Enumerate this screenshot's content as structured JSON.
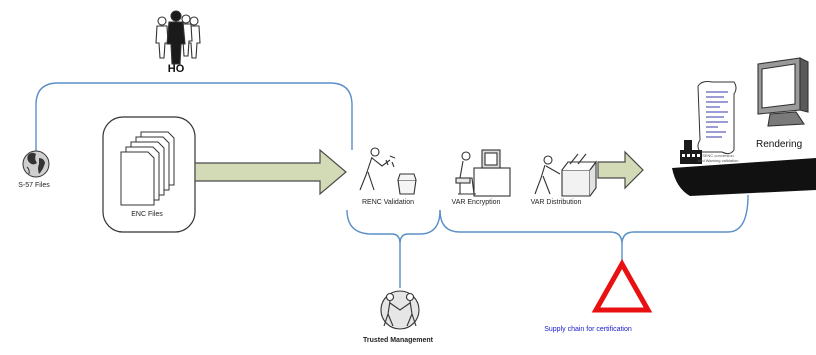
{
  "labels": {
    "ho": "HO",
    "s57_files": "S-57 Files",
    "enc_files": "ENC Files",
    "renc_validation": "RENC Validation",
    "var_encryption": "VAR Encryption",
    "var_distribution": "VAR Distribution",
    "rendering": "Rendering",
    "senc_line1": "SENC conversion",
    "senc_line2": "And Warning validation",
    "supply_chain": "Supply chain for certification",
    "trusted_management": "Trusted Management"
  },
  "colors": {
    "connector": "#5b8fc7",
    "arrow_fill": "#d2dab6",
    "arrow_stroke": "#4a4a4a",
    "warning_triangle": "#e81010",
    "supply_text": "#1a1acc"
  },
  "icons": [
    "people-group-icon",
    "globe-icon",
    "document-stack-icon",
    "worker-icon",
    "computer-operator-icon",
    "packing-icon",
    "scroll-document-icon",
    "monitor-icon",
    "ship-icon",
    "handshake-icon",
    "warning-triangle-icon"
  ]
}
